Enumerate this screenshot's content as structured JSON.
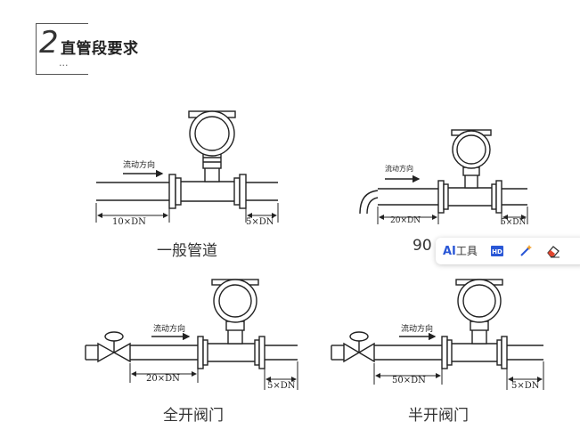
{
  "header": {
    "number": "2",
    "title": "直管段要求",
    "dots": "..."
  },
  "diagrams": {
    "general": {
      "caption": "一般管道",
      "flow_label": "流动方向",
      "upstream": "10×DN",
      "downstream": "5×DN"
    },
    "elbow": {
      "caption_partial": "90",
      "flow_label": "流动方向",
      "upstream": "20×DN",
      "downstream": "5×DN"
    },
    "full_valve": {
      "caption": "全开阀门",
      "flow_label": "流动方向",
      "upstream": "20×DN",
      "downstream": "5×DN"
    },
    "half_valve": {
      "caption": "半开阀门",
      "flow_label": "流动方向",
      "upstream": "50×DN",
      "downstream": "5×DN"
    }
  },
  "toolbar": {
    "ai_label": "AI",
    "tools_label": "工具",
    "icons": [
      "hd-image-icon",
      "magic-wand-icon",
      "eraser-icon"
    ],
    "accent": "#2a57d6"
  }
}
